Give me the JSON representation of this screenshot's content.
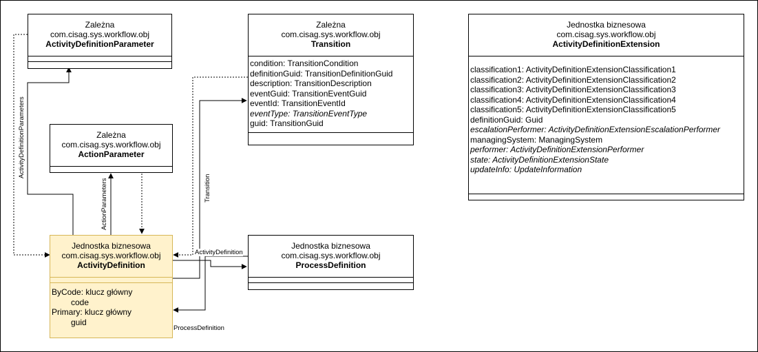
{
  "classes": {
    "adp": {
      "stereotype": "Zależna",
      "package": "com.cisag.sys.workflow.obj",
      "name": "ActivityDefinitionParameter"
    },
    "tr": {
      "stereotype": "Zależna",
      "package": "com.cisag.sys.workflow.obj",
      "name": "Transition",
      "attrs": [
        "condition: TransitionCondition",
        "definitionGuid: TransitionDefinitionGuid",
        "description: TransitionDescription",
        "eventGuid: TransitionEventGuid",
        "eventId: TransitionEventId",
        "eventType: TransitionEventType",
        "guid: TransitionGuid"
      ]
    },
    "ade": {
      "stereotype": "Jednostka biznesowa",
      "package": "com.cisag.sys.workflow.obj",
      "name": "ActivityDefinitionExtension",
      "attrs": [
        "classification1: ActivityDefinitionExtensionClassification1",
        "classification2: ActivityDefinitionExtensionClassification2",
        "classification3: ActivityDefinitionExtensionClassification3",
        "classification4: ActivityDefinitionExtensionClassification4",
        "classification5: ActivityDefinitionExtensionClassification5",
        "definitionGuid: Guid",
        "escalationPerformer: ActivityDefinitionExtensionEscalationPerformer",
        "managingSystem: ManagingSystem",
        "performer: ActivityDefinitionExtensionPerformer",
        "state: ActivityDefinitionExtensionState",
        "updateInfo: UpdateInformation"
      ]
    },
    "ap": {
      "stereotype": "Zależna",
      "package": "com.cisag.sys.workflow.obj",
      "name": "ActionParameter"
    },
    "ad": {
      "stereotype": "Jednostka biznesowa",
      "package": "com.cisag.sys.workflow.obj",
      "name": "ActivityDefinition",
      "keys": [
        "ByCode: klucz główny",
        "code",
        "Primary: klucz główny",
        "guid"
      ]
    },
    "pd": {
      "stereotype": "Jednostka biznesowa",
      "package": "com.cisag.sys.workflow.obj",
      "name": "ProcessDefinition"
    }
  },
  "edges": {
    "adp_label": "ActivityDefinitionParameters",
    "ap_label": "ActionParameters",
    "tr_label": "Transition",
    "ad_label": "ActivityDefinition",
    "pd_label": "ProcessDefinition"
  }
}
